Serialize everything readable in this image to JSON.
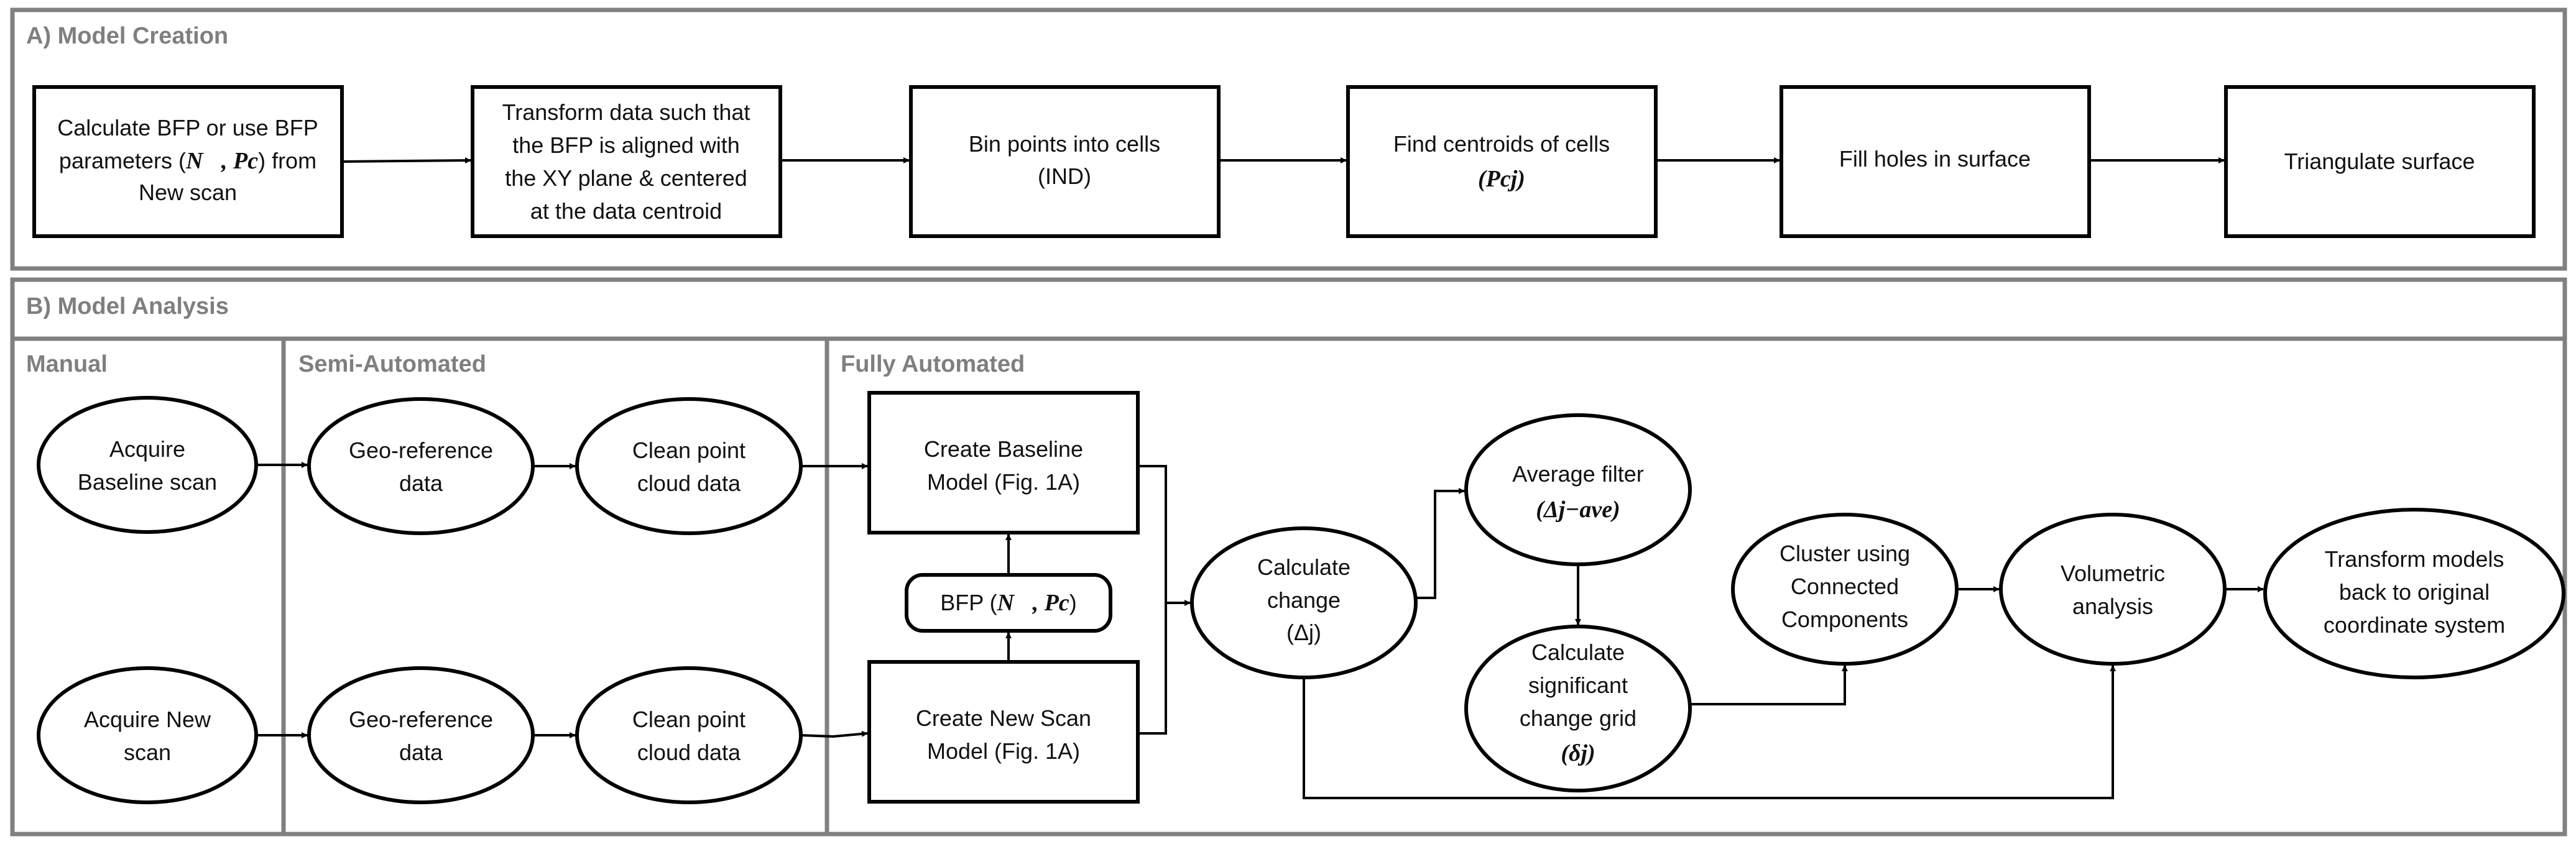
{
  "sections": {
    "model_creation": "A) Model Creation",
    "model_analysis": "B) Model Analysis",
    "manual": "Manual",
    "semi_automated": "Semi-Automated",
    "fully_automated": "Fully Automated"
  },
  "creation_steps": {
    "bfp": [
      "Calculate BFP or use BFP",
      "parameters (",
      "N⃗, Pc",
      ") from",
      "New scan"
    ],
    "transform": [
      "Transform data such that",
      "the BFP is aligned with",
      "the XY plane & centered",
      "at the data centroid"
    ],
    "bin": [
      "Bin points into cells",
      "(IND)"
    ],
    "centroids": [
      "Find centroids of cells",
      "(Pcj)"
    ],
    "fill": "Fill holes in surface",
    "triangulate": "Triangulate surface"
  },
  "analysis_steps": {
    "acquire_baseline": [
      "Acquire",
      "Baseline scan"
    ],
    "acquire_new": [
      "Acquire New",
      "scan"
    ],
    "georef_1": [
      "Geo-reference",
      "data"
    ],
    "georef_2": [
      "Geo-reference",
      "data"
    ],
    "clean_1": [
      "Clean point",
      "cloud data"
    ],
    "clean_2": [
      "Clean point",
      "cloud data"
    ],
    "create_baseline": [
      "Create Baseline",
      "Model (Fig. 1A)"
    ],
    "create_new": [
      "Create New Scan",
      "Model (Fig. 1A)"
    ],
    "bfp_box": [
      "BFP (",
      "N⃗, Pc",
      ")"
    ],
    "calc_change": [
      "Calculate",
      "change",
      "(Δj)"
    ],
    "avg_filter": [
      "Average filter",
      "(Δj−ave)"
    ],
    "sig_grid": [
      "Calculate",
      "significant",
      "change grid",
      "(δj)"
    ],
    "cluster": [
      "Cluster using",
      "Connected",
      "Components"
    ],
    "volumetric": [
      "Volumetric",
      "analysis"
    ],
    "transform_back": [
      "Transform models",
      "back to original",
      "coordinate system"
    ]
  }
}
